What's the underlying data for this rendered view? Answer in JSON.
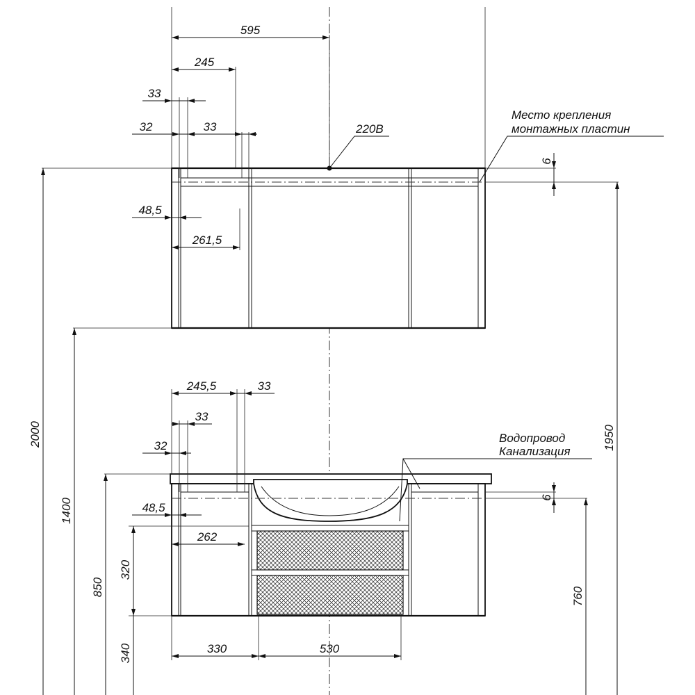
{
  "dimensions": {
    "top_width_595": "595",
    "top_245": "245",
    "top_33_a": "33",
    "top_32": "32",
    "top_33_b": "33",
    "top_48_5": "48,5",
    "top_261_5": "261,5",
    "top_6": "6",
    "bottom_245_5": "245,5",
    "bottom_33_a": "33",
    "bottom_33_b": "33",
    "bottom_32": "32",
    "bottom_48_5": "48,5",
    "bottom_262": "262",
    "bottom_6": "6",
    "h_2000": "2000",
    "h_1400": "1400",
    "h_1950": "1950",
    "h_850": "850",
    "h_320": "320",
    "h_340": "340",
    "h_760": "760",
    "w_330": "330",
    "w_530": "530"
  },
  "notes": {
    "power": "220В",
    "mount_line1": "Место крепления",
    "mount_line2": "монтажных пластин",
    "water_line1": "Водопровод",
    "water_line2": "Канализация"
  }
}
